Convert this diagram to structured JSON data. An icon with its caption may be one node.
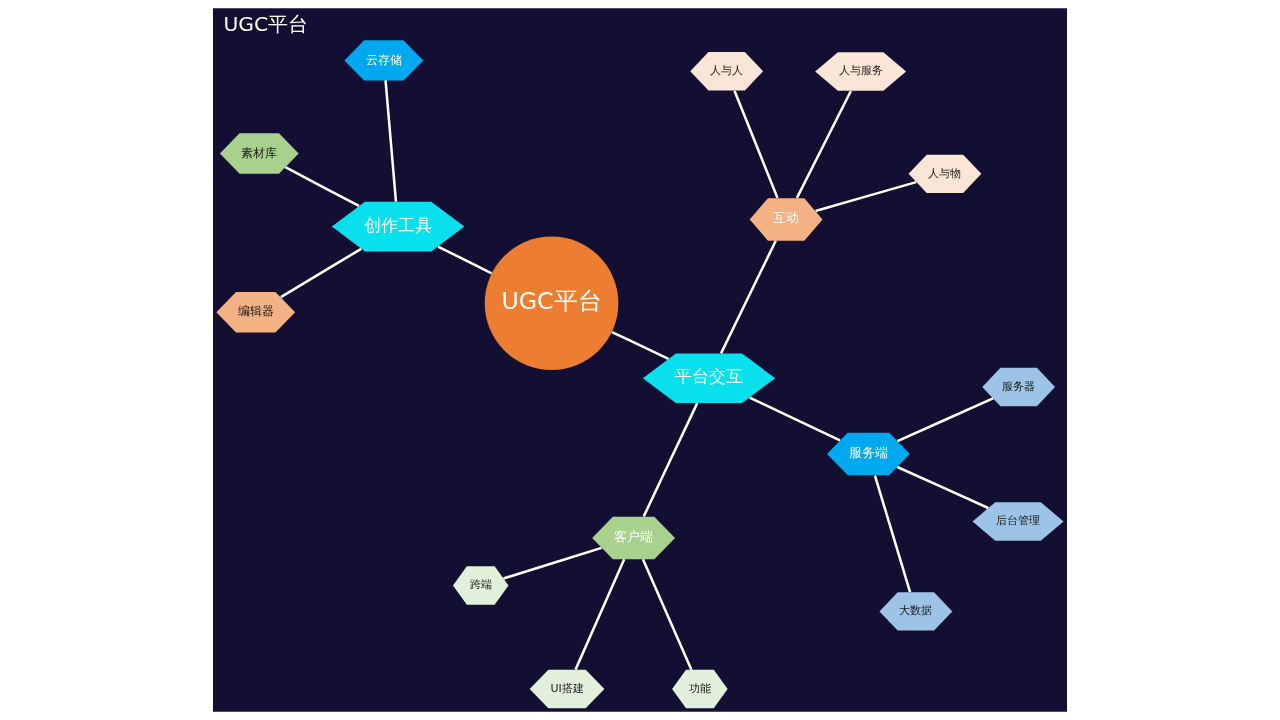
{
  "diagram": {
    "title": "UGC平台",
    "nodes": [
      {
        "text": [
          "UGC平台"
        ]
      },
      {
        "text": [
          "创作工具"
        ]
      },
      {
        "text": [
          "编辑器"
        ]
      },
      {
        "text": [
          "素材库"
        ]
      },
      {
        "text": [
          "云存储"
        ]
      },
      {
        "text": [
          "客户端"
        ]
      },
      {
        "text": [
          "跨端"
        ]
      },
      {
        "text": [
          "功能"
        ]
      },
      {
        "text": [
          "UI搭建"
        ]
      },
      {
        "text": [
          "平台交互"
        ]
      },
      {
        "text": [
          "互动"
        ]
      },
      {
        "text": [
          "人与人"
        ]
      },
      {
        "text": [
          "人与物"
        ]
      },
      {
        "text": [
          "人与服务"
        ]
      },
      {
        "text": [
          "服务端"
        ]
      },
      {
        "text": [
          "后台管理"
        ]
      },
      {
        "text": [
          "大数据"
        ]
      },
      {
        "text": [
          "服务器"
        ]
      }
    ],
    "edges": [
      {
        "from": 1,
        "to": 0,
        "arrow": "none"
      },
      {
        "from": 2,
        "to": 1,
        "arrow": "none"
      },
      {
        "from": 3,
        "to": 1,
        "arrow": "none"
      },
      {
        "from": 4,
        "to": 1,
        "arrow": "none"
      },
      {
        "from": 0,
        "to": 9,
        "arrow": "none"
      },
      {
        "from": 5,
        "to": 9,
        "arrow": "none"
      },
      {
        "from": 5,
        "to": 6,
        "arrow": "none"
      },
      {
        "from": 5,
        "to": 7,
        "arrow": "none"
      },
      {
        "from": 5,
        "to": 8,
        "arrow": "none"
      },
      {
        "from": 9,
        "to": 10,
        "arrow": "none"
      },
      {
        "from": 10,
        "to": 11,
        "arrow": "none"
      },
      {
        "from": 10,
        "to": 12,
        "arrow": "none"
      },
      {
        "from": 10,
        "to": 13,
        "arrow": "none"
      },
      {
        "from": 9,
        "to": 14,
        "arrow": "none"
      },
      {
        "from": 14,
        "to": 15,
        "arrow": "none"
      },
      {
        "from": 14,
        "to": 16,
        "arrow": "none"
      },
      {
        "from": 14,
        "to": 17,
        "arrow": "none"
      }
    ]
  }
}
